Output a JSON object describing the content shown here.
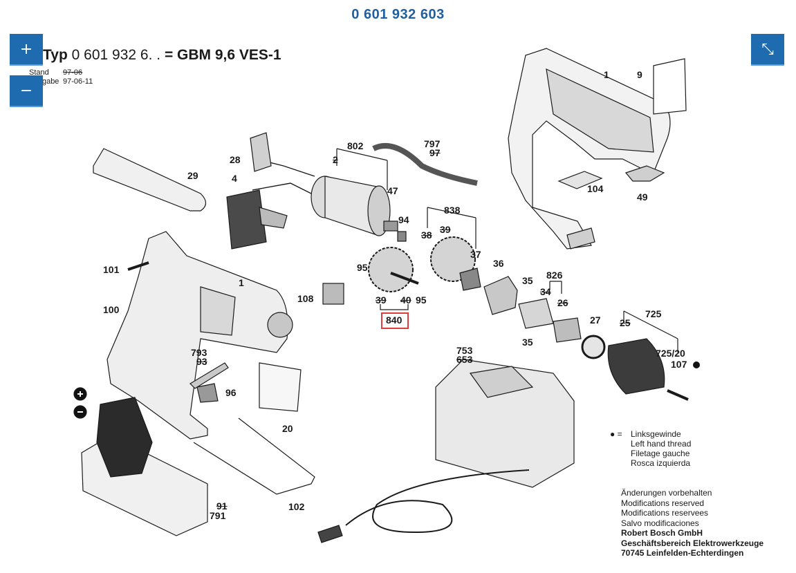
{
  "header": {
    "part_number": "0 601 932 603",
    "typ_prefix": "Typ",
    "typ_code": "0 601 932",
    "typ_suffix": "6. .",
    "model": "= GBM 9,6 VES-1",
    "stand_label": "Stand",
    "stand_date": "97-06",
    "ausgabe_label": "Ausgabe",
    "ausgabe_date": "97-06-11"
  },
  "controls": {
    "zoom_in": "+",
    "zoom_out": "−",
    "fullscreen": "⤡"
  },
  "labels": {
    "p1a": "1",
    "p1b": "1",
    "p9": "9",
    "p104": "104",
    "p49": "49",
    "p797": "797",
    "p97": "97",
    "p802": "802",
    "p2": "2",
    "p47": "47",
    "p28": "28",
    "p29": "29",
    "p4": "4",
    "p94": "94",
    "p838": "838",
    "p38": "38",
    "p39a": "39",
    "p37": "37",
    "p36": "36",
    "p95a": "95",
    "p95b": "95",
    "p39b": "39",
    "p40": "40",
    "p840": "840",
    "p101": "101",
    "p108": "108",
    "p35a": "35",
    "p826": "826",
    "p34": "34",
    "p26": "26",
    "p27": "27",
    "p25": "25",
    "p725": "725",
    "p725_20": "725/20",
    "p107": "107",
    "p35b": "35",
    "p100": "100",
    "p793": "793",
    "p93": "93",
    "p96": "96",
    "p20": "20",
    "p753": "753",
    "p653": "653",
    "p102": "102",
    "p91": "91",
    "p791": "791"
  },
  "legend": {
    "symbol": "● =",
    "lines": [
      "Linksgewinde",
      "Left hand thread",
      "Filetage gauche",
      "Rosca izquierda"
    ]
  },
  "notes": {
    "lines": [
      "Änderungen vorbehalten",
      "Modifications reserved",
      "Modifications reservees",
      "Salvo modificaciones"
    ],
    "company": [
      "Robert Bosch GmbH",
      "Geschäftsbereich Elektrowerkzeuge",
      "70745 Leinfelden-Echterdingen"
    ]
  },
  "highlight": {
    "part": "840",
    "color": "#e23b3b"
  },
  "colors": {
    "accent": "#1f6bb0",
    "title": "#1f5fa0"
  },
  "icons": {
    "zoom_in": "plus-icon",
    "zoom_out": "minus-icon",
    "fullscreen": "collapse-icon"
  }
}
